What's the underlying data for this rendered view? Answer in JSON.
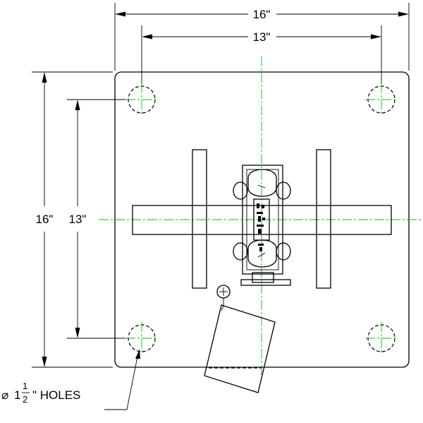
{
  "dimensions": {
    "plate_width": "16\"",
    "hole_spacing_width": "13\"",
    "plate_height": "16\"",
    "hole_spacing_height": "13\""
  },
  "holes_note": {
    "symbol": "⌀",
    "whole": "1",
    "numerator": "1",
    "denominator": "2",
    "suffix": "\" HOLES"
  },
  "colors": {
    "lines": "#000000",
    "centerlines": "#1bb31b",
    "background": "#ffffff"
  }
}
